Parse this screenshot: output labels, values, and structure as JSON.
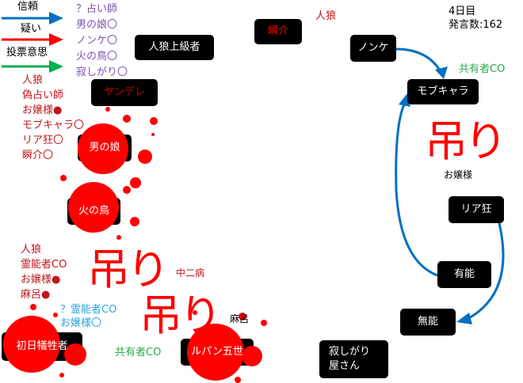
{
  "legend": {
    "trust": "信頼",
    "doubt": "疑い",
    "vote": "投票意思",
    "colors": {
      "trust": "#0070c0",
      "doubt": "#ff0000",
      "vote": "#00b050"
    }
  },
  "status": {
    "day": "4日目",
    "posts": "発言数:162"
  },
  "lists": {
    "purple": [
      "？占い師",
      "男の娘〇",
      "ノンケ〇",
      "火の鳥〇",
      "寂しがり〇"
    ],
    "red_top": [
      "人狼",
      "偽占い師",
      "お嬢様●",
      "モブキャラ〇",
      "リア狂〇",
      "瞬介〇"
    ],
    "red_bottom": [
      "人狼",
      "霊能者CO",
      "お嬢様●",
      "麻呂●"
    ],
    "blue": [
      "？霊能者CO",
      "お嬢様〇"
    ]
  },
  "nodes": {
    "jinro_joukyu": "人狼上級者",
    "shunsuke": "瞬介",
    "nonke": "ノンケ",
    "mob": "モブキャラ",
    "yandere": "ヤンデレ",
    "otokonoko": "男の娘",
    "hinotori": "火の鳥",
    "shonichi": "初日犠牲者",
    "lupin": "ルパン五世",
    "riakyo": "リア狂",
    "yuunou": "有能",
    "munou": "無能",
    "sabishigari": "寂しがり\n屋さん"
  },
  "labels": {
    "shunsuke_role": "人狼",
    "mob_co": "共有者CO",
    "lupin_co": "共有者CO",
    "hang": "吊り",
    "hang_under_1": "お嬢様",
    "hang_under_2": "中二病",
    "hang_under_3": "麻呂"
  }
}
